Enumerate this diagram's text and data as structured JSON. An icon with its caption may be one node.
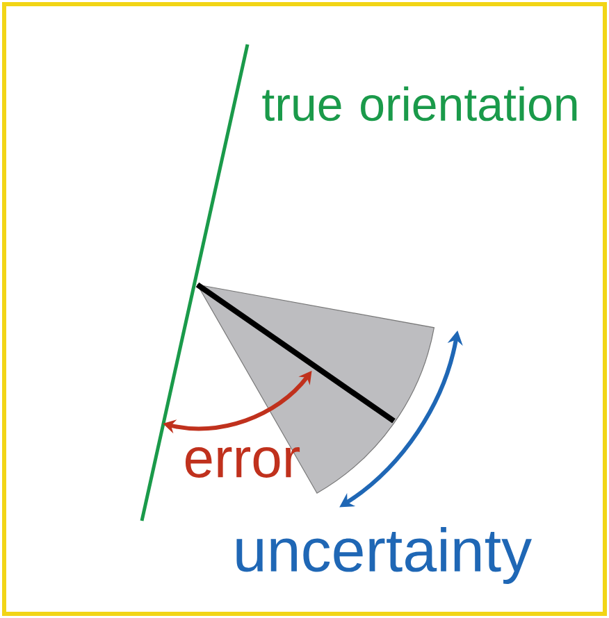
{
  "diagram": {
    "labels": [
      "true orientation",
      "error",
      "uncertainty"
    ]
  }
}
